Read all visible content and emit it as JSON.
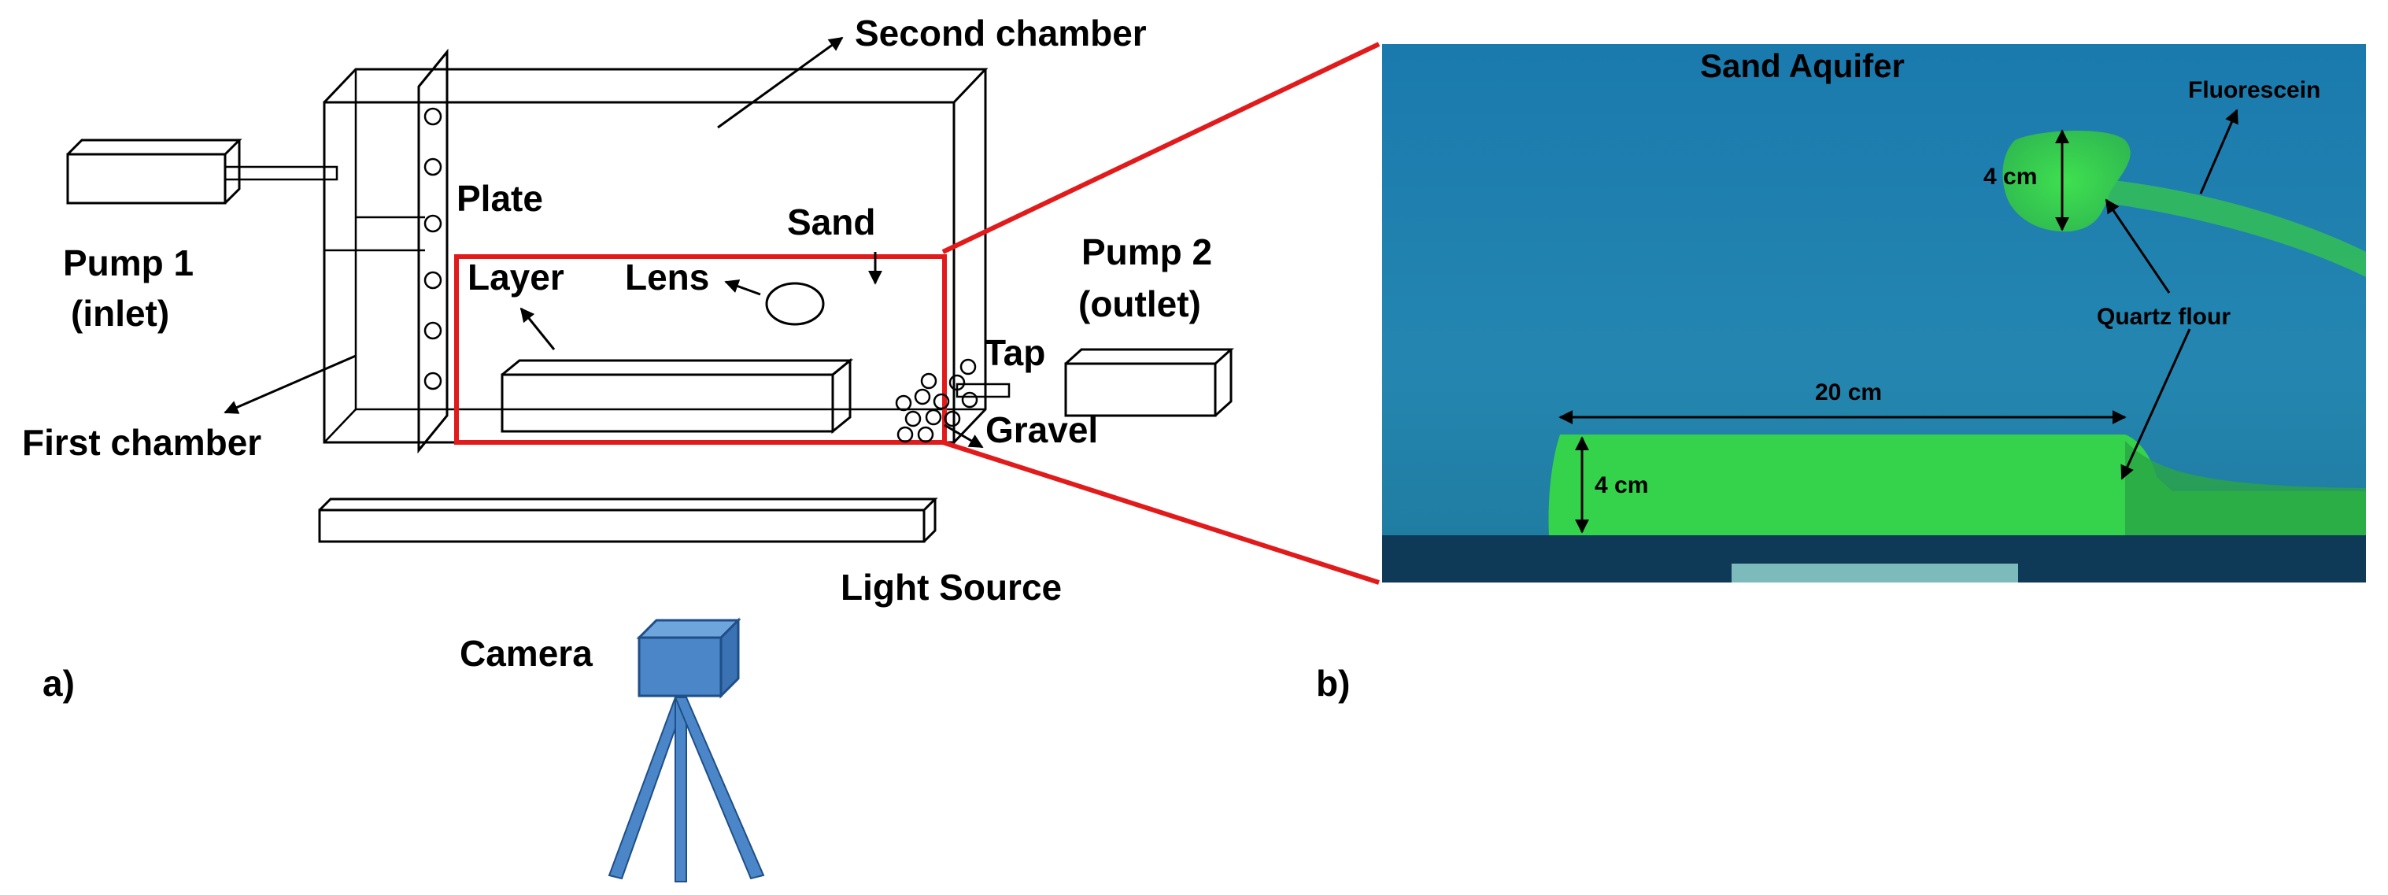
{
  "colors": {
    "highlight_red": "#e11b1b",
    "camera_blue": "#4a86c8",
    "photo_background": "#1f7fae",
    "fluorescein_green": "#32d646"
  },
  "panel_a": {
    "label": "a)",
    "labels": {
      "second_chamber": "Second chamber",
      "plate": "Plate",
      "sand": "Sand",
      "pump1_line1": "Pump 1",
      "pump1_line2": "(inlet)",
      "layer": "Layer",
      "lens": "Lens",
      "pump2_line1": "Pump 2",
      "pump2_line2": "(outlet)",
      "tap": "Tap",
      "gravel": "Gravel",
      "first_chamber": "First chamber",
      "light_source": "Light Source",
      "camera": "Camera"
    }
  },
  "panel_b": {
    "label": "b)",
    "labels": {
      "title": "Sand Aquifer",
      "fluorescein": "Fluorescein",
      "lens_height": "4 cm",
      "quartz_flour": "Quartz flour",
      "layer_length": "20 cm",
      "layer_height": "4 cm"
    }
  }
}
